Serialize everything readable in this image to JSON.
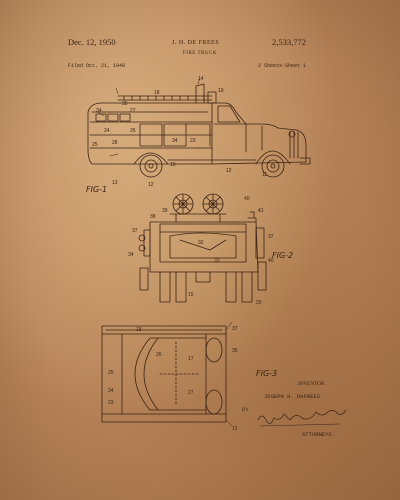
{
  "header": {
    "date": "Dec. 12, 1950",
    "inventor_short": "J. H. DE FREES",
    "patent_number": "2,533,772",
    "title": "FIRE TRUCK",
    "filed": "Filed Oct. 21, 1948",
    "sheets": "2 Sheets-Sheet 1"
  },
  "figures": {
    "fig1": "FIG-1",
    "fig2": "FIG-2",
    "fig3": "FIG-3"
  },
  "credits": {
    "inventor_label": "INVENTOR",
    "inventor_name": "JOSEPH H. DeFREES",
    "by": "BY",
    "attorneys": "ATTORNEYS"
  },
  "ref_numbers": {
    "fig1": [
      "35",
      "18",
      "19",
      "34",
      "14",
      "27",
      "24",
      "26",
      "28",
      "25",
      "34",
      "23",
      "10",
      "12",
      "11",
      "12",
      "13"
    ],
    "fig2": [
      "39",
      "40",
      "41",
      "37",
      "38",
      "37",
      "40",
      "34",
      "32",
      "33",
      "15",
      "20"
    ],
    "fig3": [
      "18",
      "37",
      "35",
      "26",
      "17",
      "25",
      "27",
      "24",
      "23",
      "12"
    ]
  },
  "colors": {
    "ink": "#3a2314",
    "paper": "#b8845a"
  }
}
